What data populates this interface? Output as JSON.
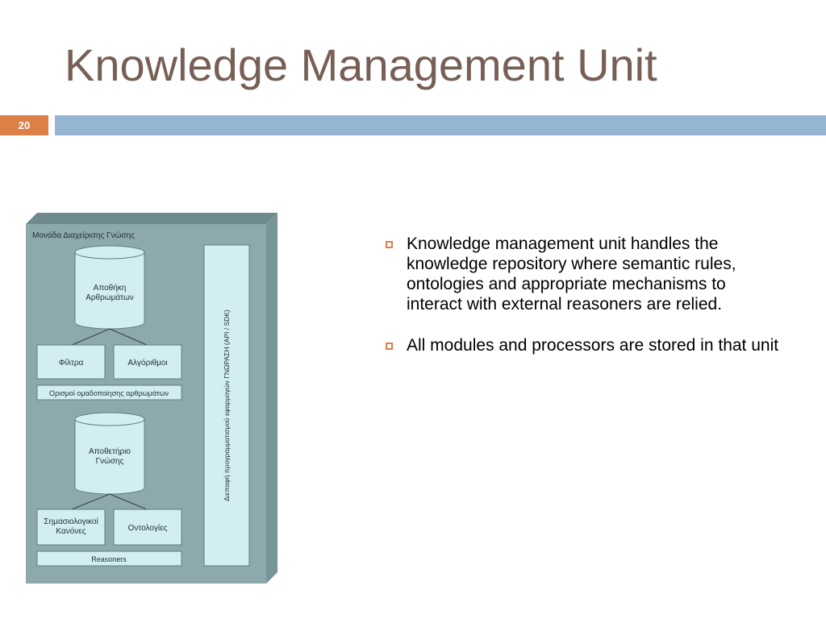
{
  "slide": {
    "title": "Knowledge Management Unit",
    "page_number": "20"
  },
  "diagram": {
    "unit_title": "Μονάδα Διαχείρισης Γνώσης",
    "article_store": [
      "Αποθήκη",
      "Αρθρωμάτων"
    ],
    "filters": "Φίλτρα",
    "algorithms": "Αλγόριθμοι",
    "grouping_definitions": "Ορισμοί ομαδοποίησης αρθρωμάτων",
    "knowledge_store": [
      "Αποθετήριο",
      "Γνώσης"
    ],
    "semantic_rules": [
      "Σημασιολογικοί",
      "Κανόνες"
    ],
    "ontologies": "Οντολογίες",
    "reasoners": "Reasoners",
    "api_interface": "Διεπαφή προγραμματισμού εφαρμογών  ΓΝΩΡΑΣΗ (API / SDK)"
  },
  "bullets": [
    "Knowledge management unit handles the knowledge repository where semantic rules, ontologies and appropriate mechanisms to interact with external reasoners are relied.",
    "All modules and processors are stored in that unit"
  ],
  "colors": {
    "title": "#775f55",
    "accent": "#dd8047",
    "rule": "#94b6d2",
    "panel": "#8ea9ad",
    "box": "#d2eef0"
  }
}
